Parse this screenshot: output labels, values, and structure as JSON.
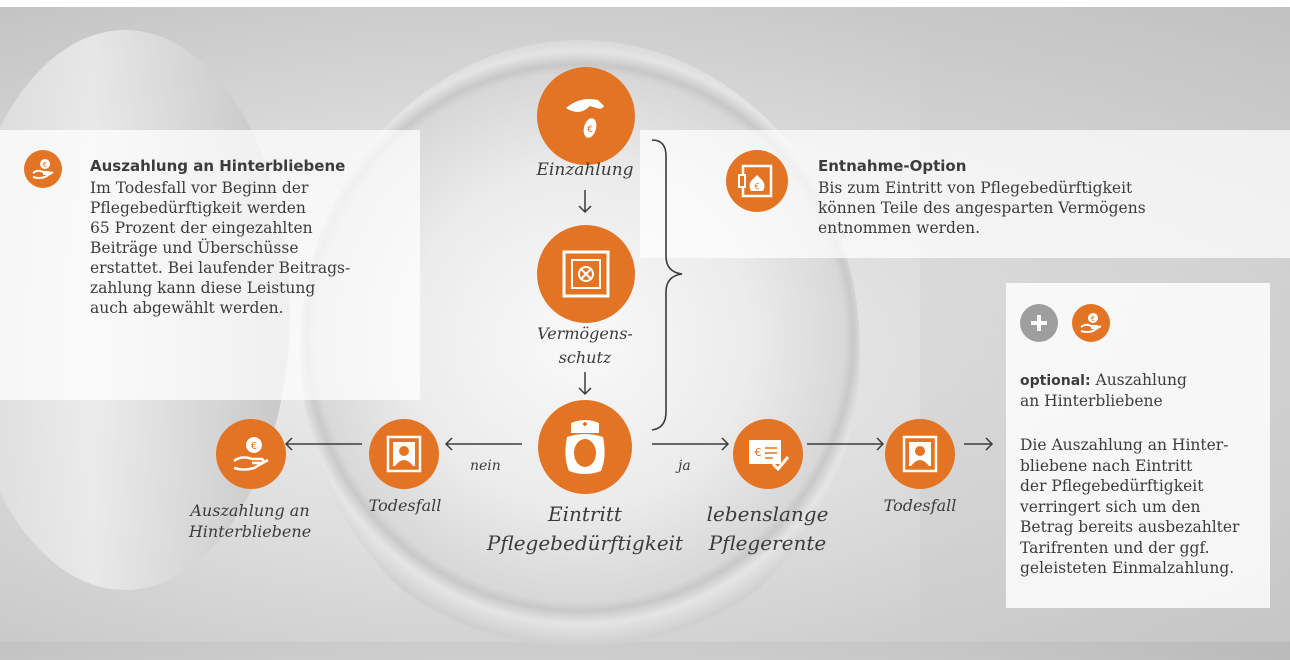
{
  "left_panel": {
    "title": "Auszahlung an Hinterbliebene",
    "text": [
      "Im Todesfall vor Beginn der",
      "Pflegebedürftigkeit werden",
      "65 Prozent der eingezahlten",
      "Beiträge und Überschüsse",
      "erstattet. Bei laufender Beitrags-",
      "zahlung kann diese Leistung",
      "auch abgewählt werden."
    ]
  },
  "top_panel": {
    "title": "Entnahme-Option",
    "text": [
      "Bis zum Eintritt von Pflegebedürftigkeit",
      "können Teile des angesparten Vermögens",
      "entnommen werden."
    ]
  },
  "flow": {
    "einzahlung": "Einzahlung",
    "vermoegen": [
      "Vermögens-",
      "schutz"
    ],
    "eintritt": [
      "Eintritt",
      "Pflegebedürftigkeit"
    ],
    "nein": "nein",
    "ja": "ja",
    "todesfall_left": "Todesfall",
    "auszahlung": [
      "Auszahlung an",
      "Hinterbliebene"
    ],
    "pflegerente": [
      "lebenslange",
      "Pflegerente"
    ],
    "todesfall_right": "Todesfall"
  },
  "right_panel": {
    "optional_label": "optional:",
    "optional_text_1": "Auszahlung",
    "optional_text_2": "an Hinterbliebene",
    "text": [
      "Die Auszahlung an Hinter-",
      "bliebene nach Eintritt",
      "der Pflegebedürftigkeit",
      "verringert sich um den",
      "Betrag bereits ausbezahlter",
      "Tarifrenten und der ggf.",
      "geleisteten Einmalzahlung."
    ]
  },
  "colors": {
    "accent": "#e27424",
    "text": "#3c3c3c",
    "plus": "#9e9e9e"
  }
}
